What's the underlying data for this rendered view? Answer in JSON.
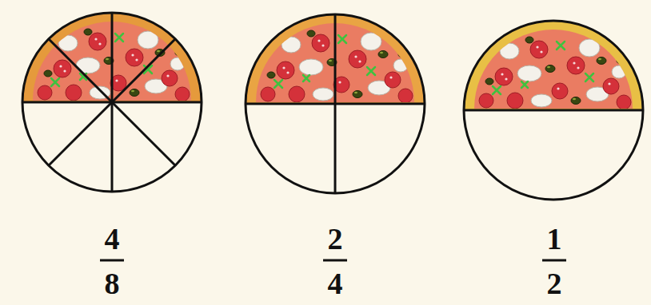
{
  "diagram": {
    "labels": [
      "4",
      "8",
      "2",
      "4",
      "1",
      "2"
    ]
  }
}
